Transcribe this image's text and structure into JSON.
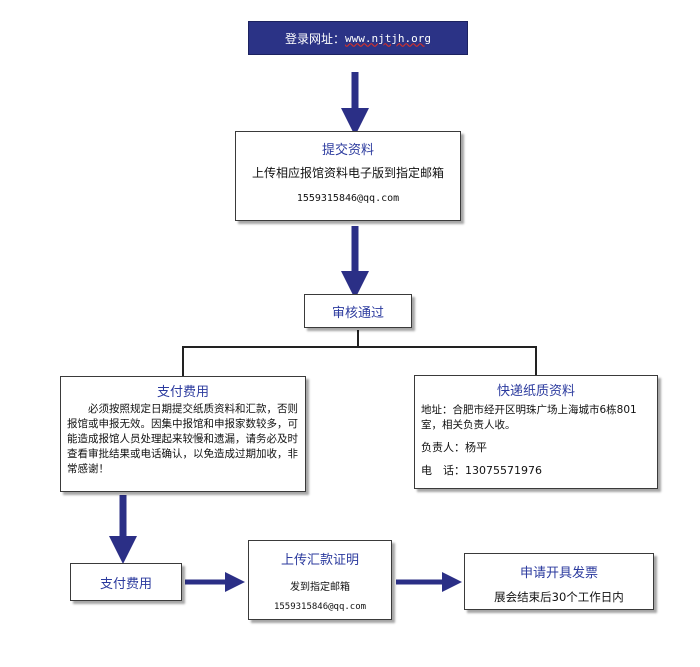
{
  "login": {
    "label": "登录网址：",
    "url": "www.njtjh.org"
  },
  "submit": {
    "title": "提交资料",
    "line": "上传相应报馆资料电子版到指定邮箱",
    "email": "1559315846@qq.com"
  },
  "review": {
    "title": "审核通过"
  },
  "pay_note": {
    "title": "支付费用",
    "body": "必须按照规定日期提交纸质资料和汇款，否则报馆或申报无效。因集中报馆和申报家数较多，可能造成报馆人员处理起来较慢和遗漏，请务必及时查看审批结果或电话确认，以免造成过期加收，非常感谢！"
  },
  "express": {
    "title": "快递纸质资料",
    "address": "地址：合肥市经开区明珠广场上海城市6栋801室，相关负责人收。",
    "contact": "负责人：杨平",
    "phone": "电　话：13075571976"
  },
  "pay_step": {
    "title": "支付费用"
  },
  "upload": {
    "title": "上传汇款证明",
    "line": "发到指定邮箱",
    "email": "1559315846@qq.com"
  },
  "invoice": {
    "title": "申请开具发票",
    "line": "展会结束后30个工作日内"
  },
  "colors": {
    "arrow": "#2b2f86",
    "header_bg": "#2b3386",
    "title_text": "#2b3a9e"
  }
}
